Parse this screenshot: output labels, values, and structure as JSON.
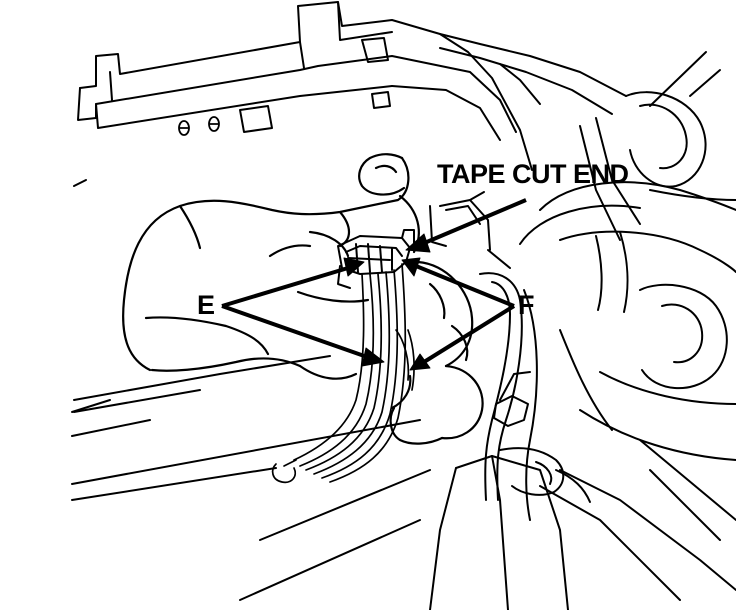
{
  "labels": {
    "tape_cut_end": "TAPE CUT END",
    "e": "E",
    "f": "F"
  },
  "colors": {
    "line": "#000000",
    "background": "#ffffff"
  }
}
